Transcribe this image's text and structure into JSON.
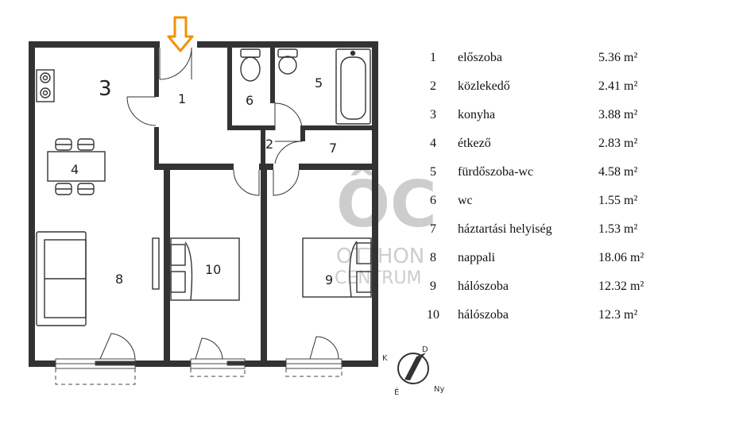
{
  "plan": {
    "rooms": [
      {
        "num": "1",
        "name": "előszoba",
        "area": "5.36 m²"
      },
      {
        "num": "2",
        "name": "közlekedő",
        "area": "2.41 m²"
      },
      {
        "num": "3",
        "name": "konyha",
        "area": "3.88 m²"
      },
      {
        "num": "4",
        "name": "étkező",
        "area": "2.83 m²"
      },
      {
        "num": "5",
        "name": "fürdőszoba-wc",
        "area": "4.58 m²"
      },
      {
        "num": "6",
        "name": "wc",
        "area": "1.55 m²"
      },
      {
        "num": "7",
        "name": "háztartási helyiség",
        "area": "1.53 m²"
      },
      {
        "num": "8",
        "name": "nappali",
        "area": "18.06 m²"
      },
      {
        "num": "9",
        "name": "hálószoba",
        "area": "12.32 m²"
      },
      {
        "num": "10",
        "name": "hálószoba",
        "area": "12.3 m²"
      }
    ],
    "compass": {
      "north": "É",
      "south": "D",
      "east": "K",
      "west": "Ny"
    },
    "entrance_arrow_color": "#f39200",
    "wall_color": "#333333"
  },
  "watermark": {
    "logo_letters": "ÔC",
    "line1": "OTTHON",
    "line2": "CENTRUM",
    "color": "#c8c8c8"
  }
}
